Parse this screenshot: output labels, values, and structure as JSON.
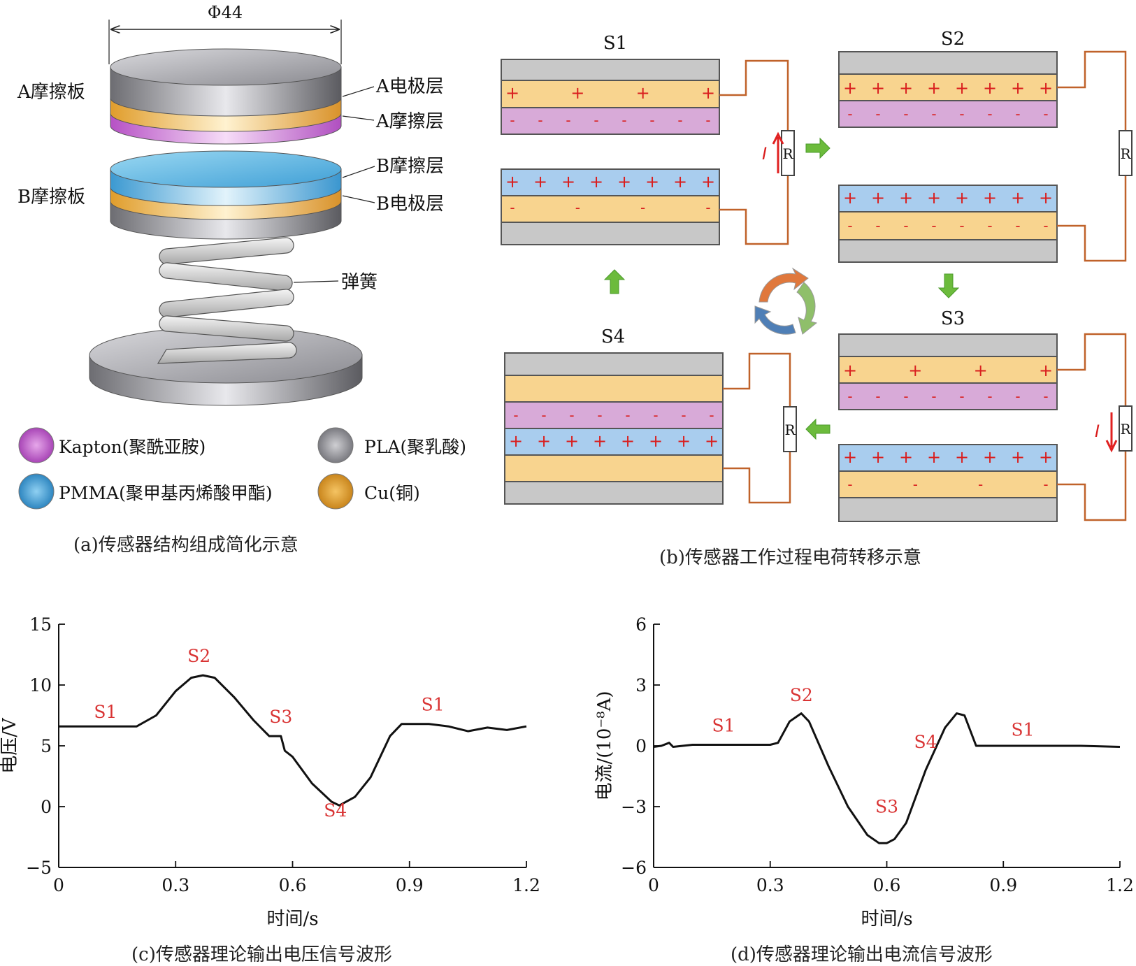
{
  "panel_a": {
    "caption": "(a)传感器结构组成简化示意",
    "dimension": "Φ44",
    "labels": {
      "a_board": "A摩擦板",
      "b_board": "B摩擦板",
      "a_electrode": "A电极层",
      "a_friction": "A摩擦层",
      "b_friction": "B摩擦层",
      "b_electrode": "B电极层",
      "spring": "弹簧"
    },
    "legend": [
      {
        "label": "Kapton(聚酰亚胺)",
        "color": "#b05cc0"
      },
      {
        "label": "PLA(聚乳酸)",
        "color": "#8e8e92"
      },
      {
        "label": "PMMA(聚甲基丙烯酸甲酯)",
        "color": "#3a97cf"
      },
      {
        "label": "Cu(铜)",
        "color": "#dd9a2b"
      }
    ]
  },
  "panel_b": {
    "caption": "(b)传感器工作过程电荷转移示意",
    "states": [
      "S1",
      "S2",
      "S3",
      "S4"
    ],
    "resistor": "R",
    "current": "I",
    "colors": {
      "pla": "#c8c8c8",
      "cu": "#f8d48f",
      "kapton": "#d8aad8",
      "pmma": "#a9cdee",
      "wire": "#c0622a",
      "arrow": "#6cbb3c",
      "plus_minus": "#d91e1e"
    }
  },
  "chart_data": [
    {
      "type": "line",
      "caption": "(c)传感器理论输出电压信号波形",
      "xlabel": "时间/s",
      "ylabel": "电压/V",
      "xlim": [
        0,
        1.2
      ],
      "ylim": [
        -5,
        15
      ],
      "xticks": [
        "0",
        "0.3",
        "0.6",
        "0.9",
        "1.2"
      ],
      "yticks": [
        "15",
        "10",
        "5",
        "0",
        "−5"
      ],
      "x": [
        0,
        0.1,
        0.2,
        0.25,
        0.3,
        0.34,
        0.37,
        0.4,
        0.45,
        0.5,
        0.54,
        0.57,
        0.58,
        0.6,
        0.65,
        0.7,
        0.72,
        0.76,
        0.8,
        0.85,
        0.88,
        0.9,
        0.95,
        1.0,
        1.05,
        1.1,
        1.15,
        1.2
      ],
      "values": [
        6.6,
        6.6,
        6.6,
        7.5,
        9.5,
        10.6,
        10.8,
        10.6,
        9.0,
        7.1,
        5.8,
        5.8,
        4.6,
        4.1,
        1.9,
        0.4,
        0.1,
        0.8,
        2.4,
        5.8,
        6.8,
        6.8,
        6.8,
        6.6,
        6.2,
        6.5,
        6.3,
        6.6
      ],
      "annotations": [
        {
          "text": "S1",
          "x": 0.12,
          "y": 7.3
        },
        {
          "text": "S2",
          "x": 0.36,
          "y": 11.9
        },
        {
          "text": "S3",
          "x": 0.57,
          "y": 6.9
        },
        {
          "text": "S4",
          "x": 0.71,
          "y": -0.8
        },
        {
          "text": "S1",
          "x": 0.96,
          "y": 7.9
        }
      ],
      "line_color": "#111111",
      "annotation_color": "#d93434"
    },
    {
      "type": "line",
      "caption": "(d)传感器理论输出电流信号波形",
      "xlabel": "时间/s",
      "ylabel": "电流/(10⁻⁸A)",
      "xlim": [
        0,
        1.2
      ],
      "ylim": [
        -6,
        6
      ],
      "xticks": [
        "0",
        "0.3",
        "0.6",
        "0.9",
        "1.2"
      ],
      "yticks": [
        "6",
        "3",
        "0",
        "−3",
        "−6"
      ],
      "x": [
        0,
        0.02,
        0.04,
        0.05,
        0.1,
        0.2,
        0.3,
        0.32,
        0.35,
        0.38,
        0.4,
        0.45,
        0.5,
        0.55,
        0.58,
        0.6,
        0.62,
        0.65,
        0.7,
        0.75,
        0.78,
        0.8,
        0.83,
        0.9,
        1.0,
        1.1,
        1.2
      ],
      "values": [
        -0.05,
        0.0,
        0.15,
        -0.05,
        0.05,
        0.05,
        0.05,
        0.15,
        1.2,
        1.6,
        1.2,
        -1.0,
        -3.0,
        -4.4,
        -4.8,
        -4.8,
        -4.6,
        -3.8,
        -1.2,
        0.9,
        1.6,
        1.5,
        0.0,
        0.0,
        0.0,
        0.0,
        -0.05
      ],
      "annotations": [
        {
          "text": "S1",
          "x": 0.18,
          "y": 0.7
        },
        {
          "text": "S2",
          "x": 0.38,
          "y": 2.2
        },
        {
          "text": "S3",
          "x": 0.6,
          "y": -3.3
        },
        {
          "text": "S4",
          "x": 0.7,
          "y": -0.1
        },
        {
          "text": "S1",
          "x": 0.95,
          "y": 0.5
        }
      ],
      "line_color": "#111111",
      "annotation_color": "#d93434"
    }
  ]
}
